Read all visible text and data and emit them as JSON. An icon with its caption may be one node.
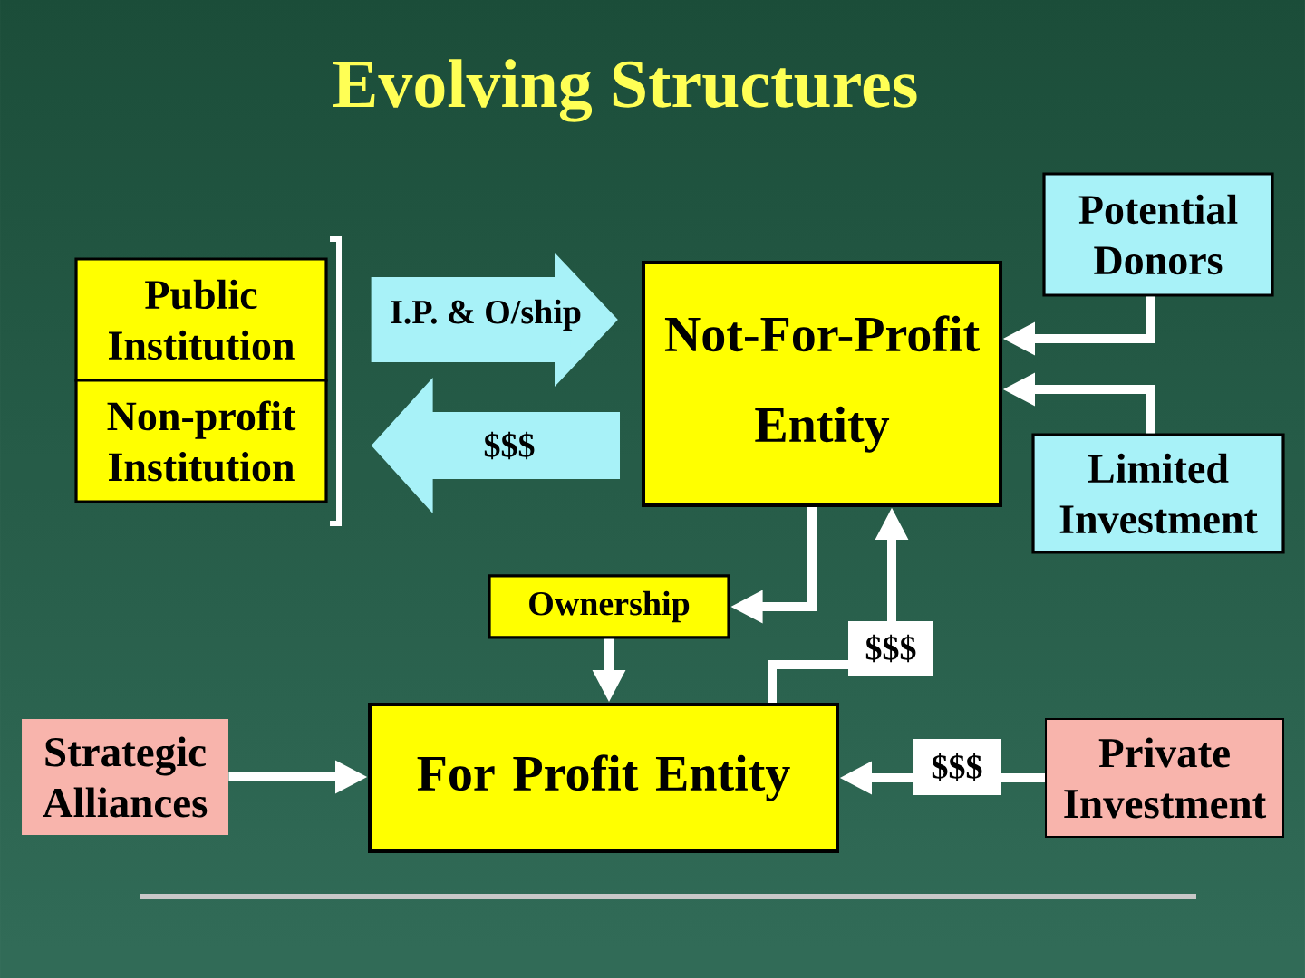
{
  "diagram": {
    "title": "Evolving Structures",
    "nodes": [
      {
        "text": [
          "Public Institution"
        ]
      },
      {
        "text": [
          "Non-profit Institution"
        ]
      },
      {
        "text": [
          "Not-For-Profit Entity"
        ]
      },
      {
        "text": [
          "Potential Donors"
        ]
      },
      {
        "text": [
          "Limited Investment"
        ]
      },
      {
        "text": [
          "Ownership"
        ]
      },
      {
        "text": [
          "For Profit Entity"
        ]
      },
      {
        "text": [
          "Strategic Alliances"
        ]
      },
      {
        "text": [
          "Private Investment"
        ]
      }
    ],
    "edges": [
      {
        "from": 0,
        "to": 2,
        "arrow": "to",
        "label": "I.P. & O/ship",
        "style": "thick",
        "color": "#a8f2f8"
      },
      {
        "from": 2,
        "to": 1,
        "arrow": "to",
        "label": "$$$",
        "style": "thick",
        "color": "#a8f2f8"
      },
      {
        "from": 3,
        "to": 2,
        "arrow": "to"
      },
      {
        "from": 4,
        "to": 2,
        "arrow": "to"
      },
      {
        "from": 2,
        "to": 5,
        "arrow": "to"
      },
      {
        "from": 6,
        "to": 2,
        "arrow": "to",
        "label": "$$$"
      },
      {
        "from": 5,
        "to": 6,
        "arrow": "to"
      },
      {
        "from": 7,
        "to": 6,
        "arrow": "to"
      },
      {
        "from": 8,
        "to": 6,
        "arrow": "to",
        "label": "$$$"
      }
    ]
  }
}
